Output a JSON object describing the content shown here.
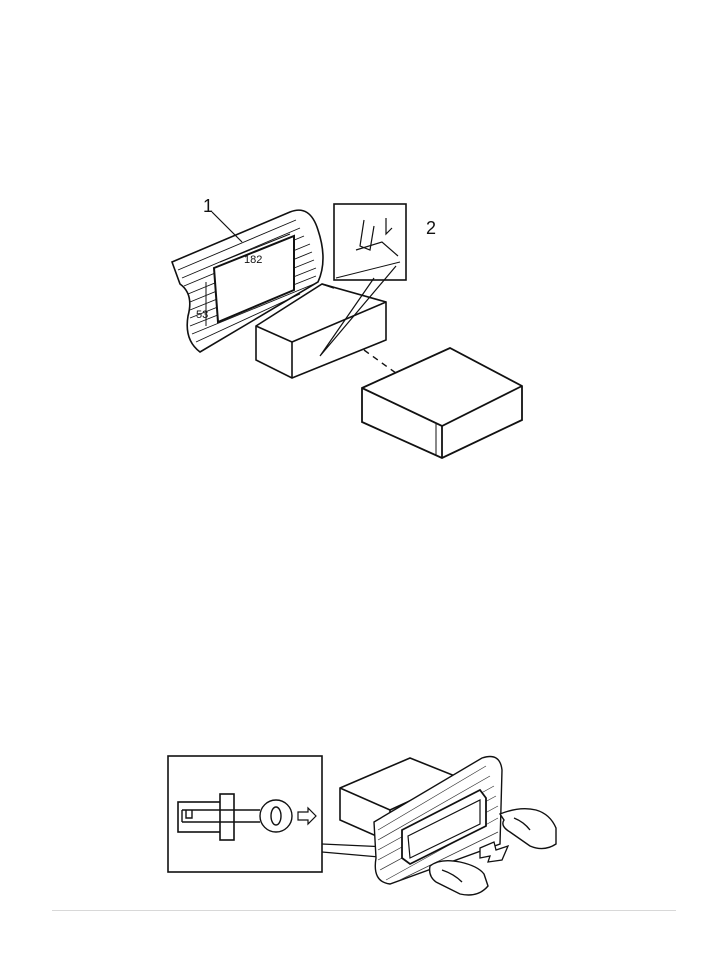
{
  "figure1": {
    "callout_1": "1",
    "callout_2": "2",
    "dim_width": "182",
    "dim_height": "53"
  },
  "figure2": {}
}
